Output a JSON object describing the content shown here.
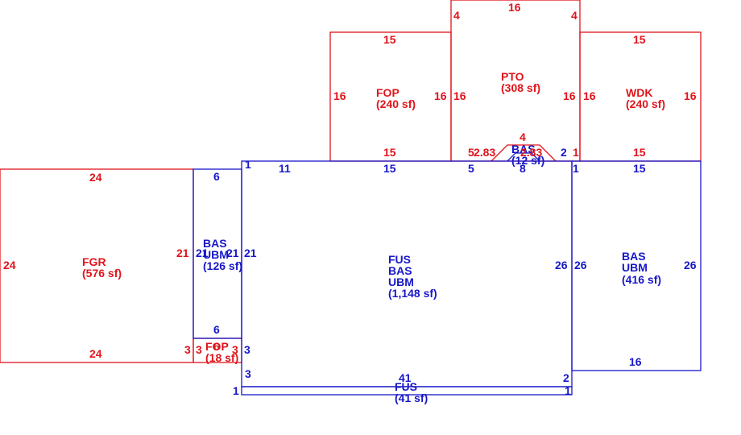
{
  "colors": {
    "red": "#e0141b",
    "blue": "#1717c8"
  },
  "areas": {
    "fgr": {
      "name": "FGR",
      "area": "(576 sf)"
    },
    "fop_left": {
      "name": "FOP",
      "area": "(240 sf)"
    },
    "pto": {
      "name": "PTO",
      "area": "(308 sf)"
    },
    "wdk": {
      "name": "WDK",
      "area": "(240 sf)"
    },
    "fop_small": {
      "name": "FOP",
      "area": "(18 sf)"
    },
    "bas_ubm_left": {
      "line1": "BAS",
      "line2": "UBM",
      "area": "(126 sf)"
    },
    "fus_main": {
      "line1": "FUS",
      "line2": "BAS",
      "line3": "UBM",
      "area": "(1,148 sf)"
    },
    "bas_ubm_right": {
      "line1": "BAS",
      "line2": "UBM",
      "area": "(416 sf)"
    },
    "bas_bay": {
      "name": "BAS",
      "area": "(12 sf)"
    },
    "fus_strip": {
      "name": "FUS",
      "area": "(41 sf)"
    }
  },
  "dimensions_red": {
    "fgr_top": "24",
    "fgr_bottom": "24",
    "fgr_left": "24",
    "fgr_right": "21",
    "fop_top": "15",
    "fop_bottom": "15",
    "fop_left": "16",
    "fop_right": "16",
    "pto_top": "16",
    "pto_top_left": "4",
    "pto_top_right": "4",
    "pto_left": "16",
    "pto_right": "16",
    "pto_bay_top": "4",
    "pto_bay_left": "5",
    "pto_bay_diag_left": "2.83",
    "pto_bay_diag_right": "2.83",
    "pto_bay_right": "1",
    "wdk_top": "15",
    "wdk_bottom": "15",
    "wdk_left": "16",
    "wdk_right": "16",
    "fop_small_left": "3",
    "fop_small_left2": "3",
    "fop_small_top": "6",
    "fop_small_right": "3"
  },
  "dimensions_blue": {
    "bas_left_top": "6",
    "bas_left_bottom": "6",
    "bas_left_left": "21",
    "bas_left_right": "21",
    "fus_corner": "1",
    "fus_top_seg1": "11",
    "fus_top_seg2": "15",
    "fus_top_seg3": "5",
    "fus_bay_bottom": "8",
    "fus_bay_right": "2",
    "fus_left": "21",
    "fus_right": "26",
    "fus_lower_left": "3",
    "fus_lower_left2": "3",
    "bas_right_corner": "1",
    "bas_right_top": "15",
    "bas_right_left": "26",
    "bas_right_right": "26",
    "bas_right_bottom": "16",
    "strip_top": "41",
    "strip_left": "1",
    "strip_right": "1",
    "strip_right_upper": "2"
  }
}
